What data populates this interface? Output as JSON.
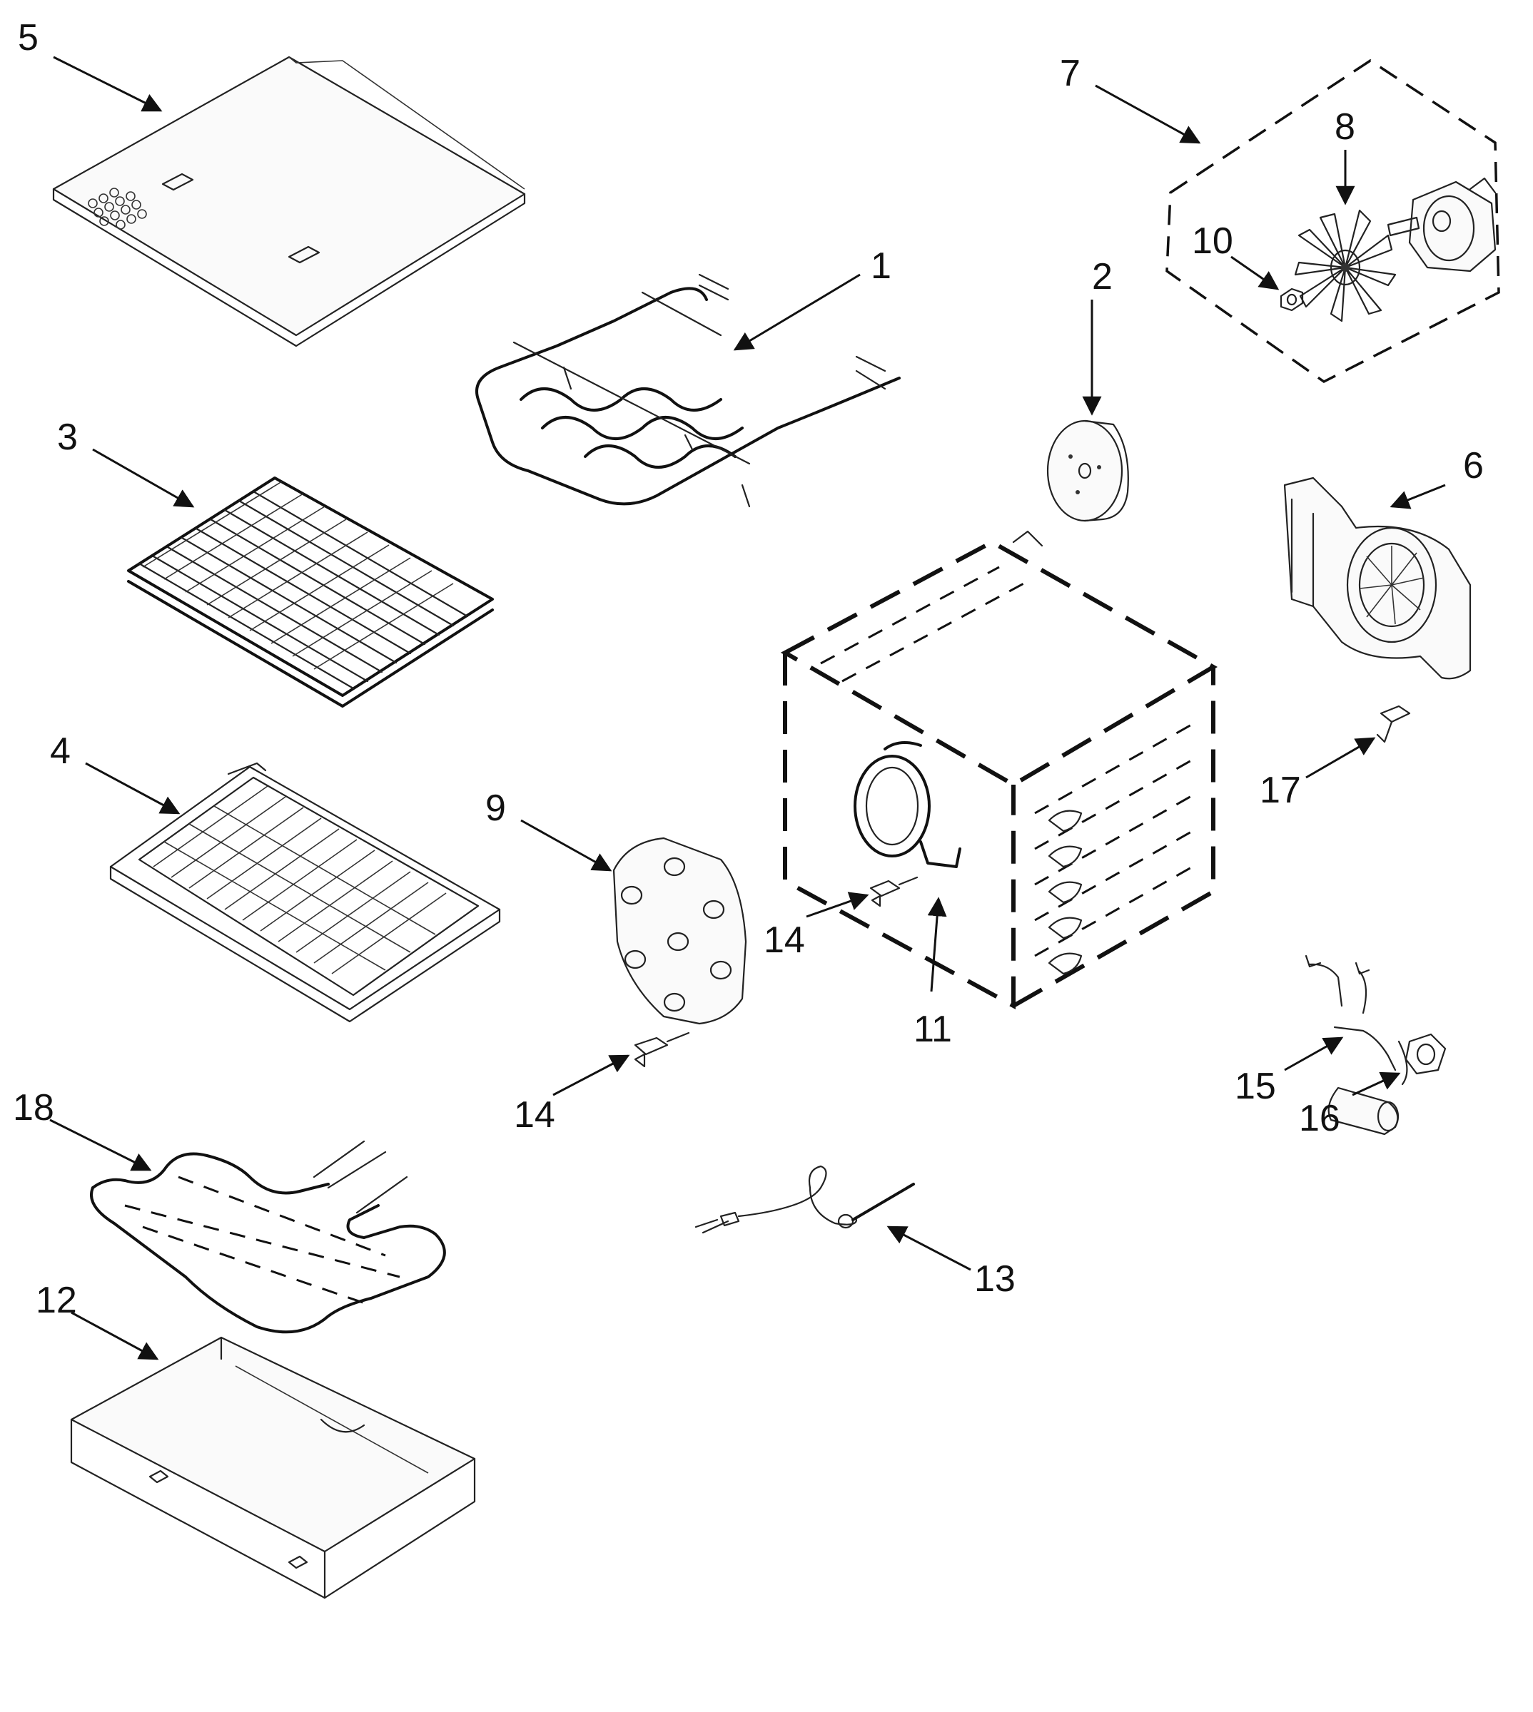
{
  "callouts": {
    "c1": "1",
    "c2": "2",
    "c3": "3",
    "c4": "4",
    "c5": "5",
    "c6": "6",
    "c7": "7",
    "c8": "8",
    "c9": "9",
    "c10": "10",
    "c11": "11",
    "c12": "12",
    "c13": "13",
    "c14a": "14",
    "c14b": "14",
    "c15": "15",
    "c16": "16",
    "c17": "17",
    "c18": "18"
  },
  "colors": {
    "line": "#222222",
    "background": "#ffffff"
  }
}
